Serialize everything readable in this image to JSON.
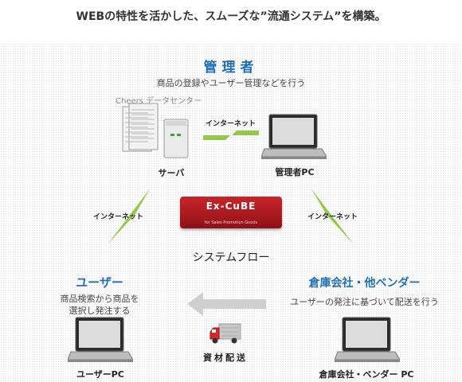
{
  "headline": "WEBの特性を活かした、スムーズな”流通システム”を構築。",
  "admin": {
    "title": "管理者",
    "description": "商品の登録やユーザー管理などを行う",
    "datacenter_label": "Cheers データセンター",
    "server_label": "サーバ",
    "pc_label": "管理者PC",
    "network_label": "インターネット"
  },
  "center": {
    "logo_text": "Ex-CuBE",
    "logo_subtitle": "for Sales Promotion Goods",
    "flow_label": "システムフロー"
  },
  "links": {
    "left_network": "インターネット",
    "right_network": "インターネット"
  },
  "user": {
    "title": "ユーザー",
    "description_line1": "商品検索から商品を",
    "description_line2": "選択し発注する",
    "pc_label": "ユーザーPC"
  },
  "vendor": {
    "title": "倉庫会社・他ベンダー",
    "description": "ユーザーの発注に基づいて配送を行う",
    "pc_label": "倉庫会社・ベンダー PC"
  },
  "delivery": {
    "label": "資材配送"
  },
  "colors": {
    "title_blue": "#1f6fb8",
    "arrow_green": "#93c84a",
    "logo_red": "#b81c22",
    "arrow_gray": "#cfcfcf"
  }
}
